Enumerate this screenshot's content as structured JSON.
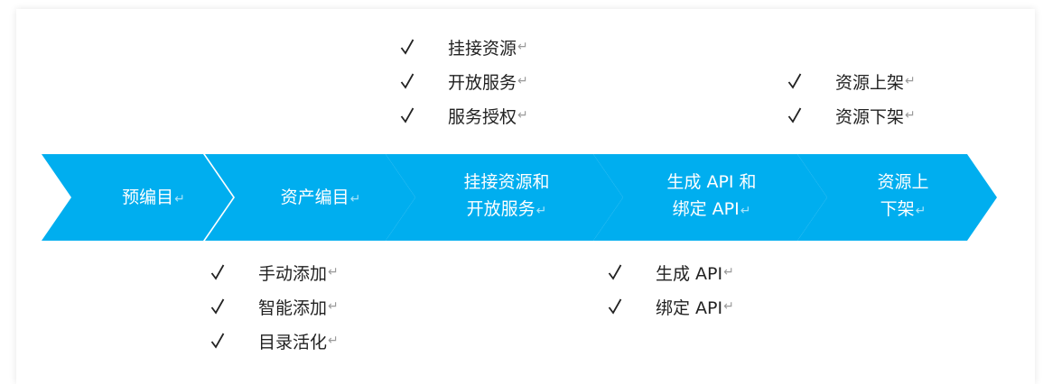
{
  "colors": {
    "arrow_fill": "#00aeef",
    "arrow_text": "#ffffff",
    "list_text": "#222222",
    "return_mark": "#9a9a9a"
  },
  "icons": {
    "check": "check-icon",
    "paragraph_return": "return-mark-icon"
  },
  "stages": [
    {
      "id": "pre-catalog",
      "lines": [
        "预编目"
      ]
    },
    {
      "id": "asset-catalog",
      "lines": [
        "资产编目"
      ]
    },
    {
      "id": "mount-open",
      "lines": [
        "挂接资源和",
        "开放服务"
      ]
    },
    {
      "id": "api",
      "lines": [
        "生成 API 和",
        "绑定 API"
      ]
    },
    {
      "id": "publish",
      "lines": [
        "资源上",
        "下架"
      ]
    }
  ],
  "lists": {
    "mount_open": [
      "挂接资源",
      "开放服务",
      "服务授权"
    ],
    "publish": [
      "资源上架",
      "资源下架"
    ],
    "asset_catalog": [
      "手动添加",
      "智能添加",
      "目录活化"
    ],
    "api": [
      "生成 API",
      "绑定 API"
    ]
  },
  "return_mark": "↵"
}
